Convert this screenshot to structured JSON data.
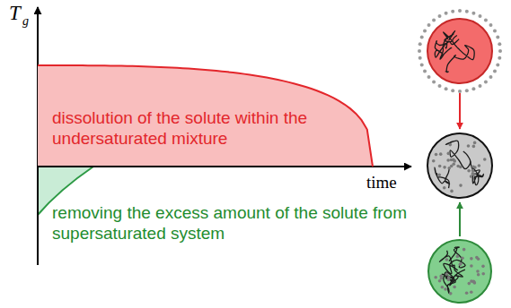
{
  "diagram": {
    "nodes": [
      {
        "text": [
          "dissolution of the solute within the undersaturated mixture"
        ]
      }
    ],
    "labels": [
      "T",
      "g",
      "time",
      "removing the excess amount of the solute from supersaturated system"
    ]
  }
}
